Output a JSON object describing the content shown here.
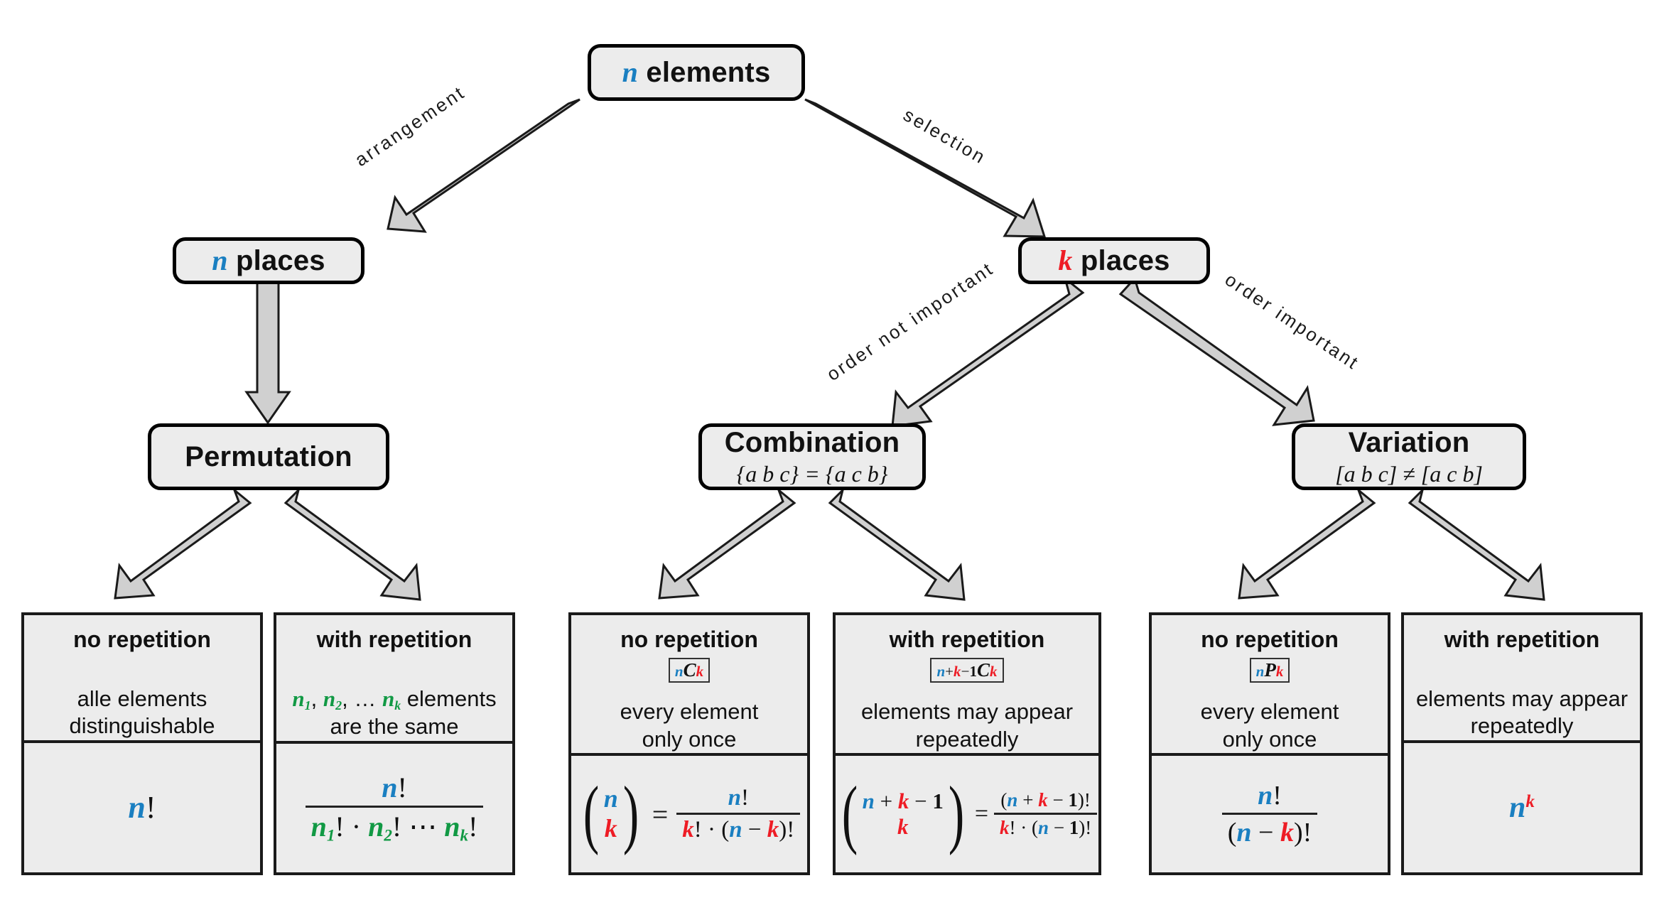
{
  "diagram": {
    "title": "Combinatorics overview: permutation, combination, variation",
    "colors": {
      "blue": "#1a7fc1",
      "red": "#ee1c25",
      "green": "#119944",
      "box_fill": "#ececec",
      "arrow_fill": "#d0d0d0",
      "stroke": "#111111"
    }
  },
  "root": {
    "var": "n",
    "label": "elements"
  },
  "edges": {
    "arrangement": "arrangement",
    "selection": "selection",
    "order_not_important": "order not important",
    "order_important": "order important"
  },
  "level2": {
    "left": {
      "var": "n",
      "label": "places"
    },
    "right": {
      "var": "k",
      "label": "places"
    }
  },
  "level3": {
    "permutation": {
      "title": "Permutation",
      "sub": ""
    },
    "combination": {
      "title": "Combination",
      "sub": "{a b c} = {a c b}"
    },
    "variation": {
      "title": "Variation",
      "sub": "[a b c] ≠ [a c b]"
    }
  },
  "leaves": {
    "perm_no_rep": {
      "head": "no repetition",
      "notation": "",
      "desc_line1": "alle elements",
      "desc_line2": "distinguishable",
      "formula_text": "n!"
    },
    "perm_with_rep": {
      "head": "with repetition",
      "notation": "",
      "desc_line1": "n₁, n₂, … nₖ elements",
      "desc_line2": "are the same",
      "formula_text": "n! / (n₁! · n₂! ⋯ nₖ!)"
    },
    "comb_no_rep": {
      "head": "no repetition",
      "notation": "nCk",
      "desc_line1": "every element",
      "desc_line2": "only once",
      "formula_text": "(n choose k) = n! / (k! · (n − k)!)"
    },
    "comb_with_rep": {
      "head": "with repetition",
      "notation": "n+k−1Ck",
      "desc_line1": "elements may appear",
      "desc_line2": "repeatedly",
      "formula_text": "(n+k−1 choose k) = (n+k−1)! / (k! · (n − 1)!)"
    },
    "var_no_rep": {
      "head": "no repetition",
      "notation": "nPk",
      "desc_line1": "every element",
      "desc_line2": "only once",
      "formula_text": "n! / (n − k)!"
    },
    "var_with_rep": {
      "head": "with repetition",
      "notation": "",
      "desc_line1": "elements may appear",
      "desc_line2": "repeatedly",
      "formula_text": "n^k"
    }
  },
  "symbols": {
    "n": "n",
    "k": "k",
    "one": "1",
    "C": "C",
    "P": "P",
    "bang": "!",
    "plus": "+",
    "minus": "−",
    "dot": "·",
    "equals": "=",
    "dots": "⋯",
    "sub1": "1",
    "sub2": "2"
  }
}
